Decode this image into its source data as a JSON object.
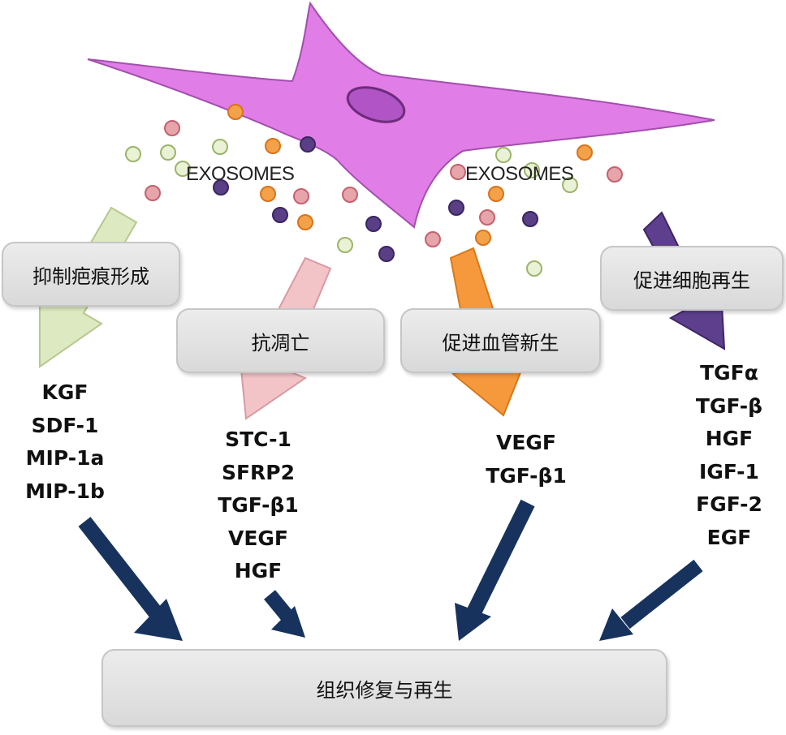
{
  "labels": {
    "exosomes_left": "EXOSOMES",
    "exosomes_right": "EXOSOMES"
  },
  "boxes": {
    "scar": "抑制疤痕形成",
    "apoptosis": "抗凋亡",
    "angiogenesis": "促进血管新生",
    "regeneration": "促进细胞再生",
    "repair": "组织修复与再生"
  },
  "lists": {
    "scar": [
      "KGF",
      "SDF-1",
      "MIP-1a",
      "MIP-1b"
    ],
    "apoptosis": [
      "STC-1",
      "SFRP2",
      "TGF-β1",
      "VEGF",
      "HGF"
    ],
    "angiogenesis": [
      "VEGF",
      "TGF-β1"
    ],
    "regeneration": [
      "TGFα",
      "TGF-β",
      "HGF",
      "IGF-1",
      "FGF-2",
      "EGF"
    ]
  },
  "colors": {
    "cell": "#e17de6",
    "nucleus": "#b054c6",
    "arrow_scar": "#dde9c0",
    "arrow_apoptosis": "#f2c4c8",
    "arrow_angiogenesis": "#f6983c",
    "arrow_regeneration": "#5d3f8e",
    "arrow_repair": "#17335d"
  }
}
